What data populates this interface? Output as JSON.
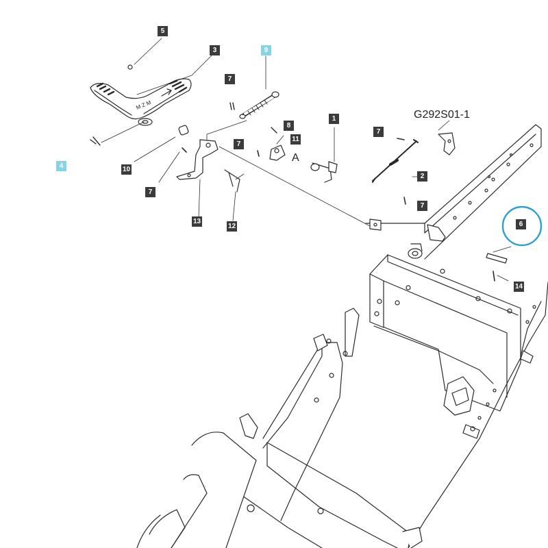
{
  "diagram": {
    "code": "G292S01-1",
    "view_ref": "A",
    "accent_color": "#86d3e6",
    "callout_color": "#3b3b3b",
    "callouts": [
      {
        "id": "c5",
        "label": "5",
        "highlight": false
      },
      {
        "id": "c3",
        "label": "3",
        "highlight": false
      },
      {
        "id": "c9",
        "label": "9",
        "highlight": true
      },
      {
        "id": "c7a",
        "label": "7",
        "highlight": false
      },
      {
        "id": "c1",
        "label": "1",
        "highlight": false
      },
      {
        "id": "c8",
        "label": "8",
        "highlight": false
      },
      {
        "id": "c11",
        "label": "11",
        "highlight": false
      },
      {
        "id": "c7b",
        "label": "7",
        "highlight": false
      },
      {
        "id": "c7c",
        "label": "7",
        "highlight": false
      },
      {
        "id": "c4",
        "label": "4",
        "highlight": true
      },
      {
        "id": "c10",
        "label": "10",
        "highlight": false
      },
      {
        "id": "c2",
        "label": "2",
        "highlight": false
      },
      {
        "id": "c7d",
        "label": "7",
        "highlight": false
      },
      {
        "id": "c7e",
        "label": "7",
        "highlight": false
      },
      {
        "id": "c13",
        "label": "13",
        "highlight": false
      },
      {
        "id": "c12",
        "label": "12",
        "highlight": false
      },
      {
        "id": "c6",
        "label": "6",
        "highlight": false
      },
      {
        "id": "c14",
        "label": "14",
        "highlight": false
      }
    ],
    "circled_callout": "6"
  }
}
